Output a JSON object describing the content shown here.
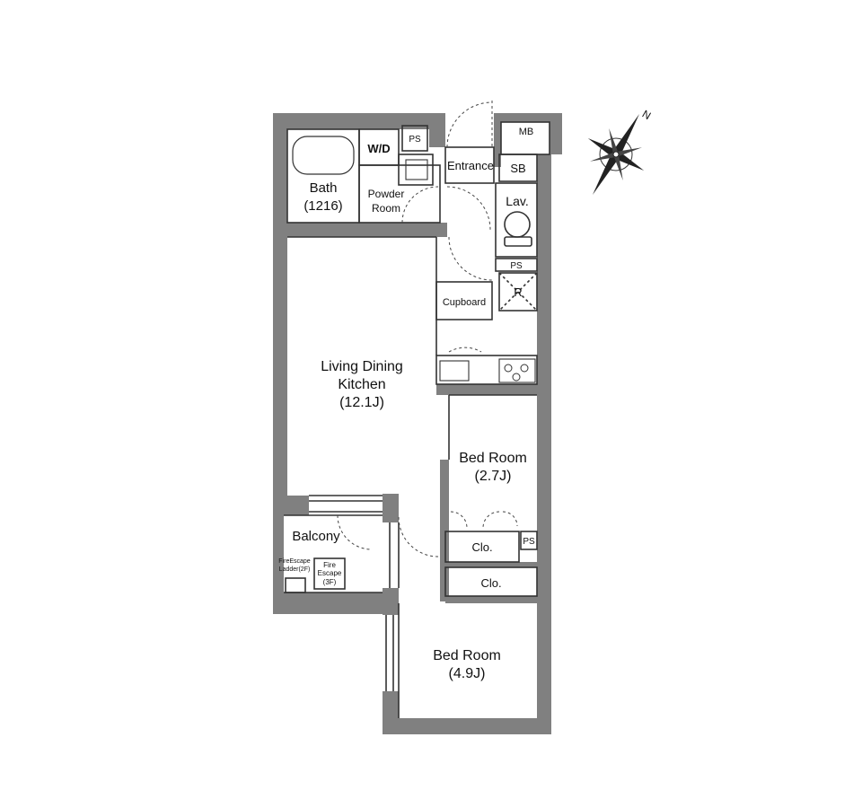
{
  "rooms": {
    "bath": {
      "name": "Bath",
      "size": "(1216)"
    },
    "wd": "W/D",
    "ps_top": "PS",
    "powder": {
      "line1": "Powder",
      "line2": "Room"
    },
    "entrance": "Entrance",
    "mb": "MB",
    "sb": "SB",
    "lav": "Lav.",
    "ps_mid": "PS",
    "cupboard": "Cupboard",
    "fridge": "R",
    "ldk": {
      "line1": "Living Dining",
      "line2": "Kitchen",
      "size": "(12.1J)"
    },
    "bed_small": {
      "name": "Bed Room",
      "size": "(2.7J)"
    },
    "clo_upper": "Clo.",
    "ps_right": "PS",
    "clo_lower": "Clo.",
    "bed_large": {
      "name": "Bed Room",
      "size": "(4.9J)"
    },
    "balcony": "Balcony",
    "fire_ladder": {
      "line1": "FireEscape",
      "line2": "Ladder(2F)"
    },
    "fire_escape": {
      "line1": "Fire",
      "line2": "Escape",
      "line3": "(3F)"
    }
  },
  "compass": {
    "north": "N"
  },
  "colors": {
    "wall": "#7f7f7f",
    "line": "#333333"
  }
}
